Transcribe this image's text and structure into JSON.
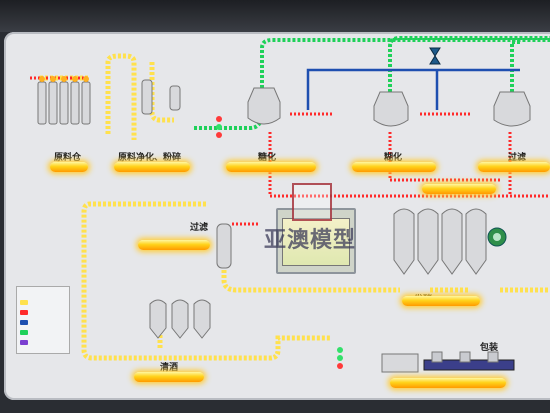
{
  "labels": {
    "raw_silo": "原料仓",
    "purify_crush": "原料净化、粉碎",
    "saccharify": "糖化",
    "gelatinize": "糊化",
    "filter_top": "过滤",
    "filter_mid": "过滤",
    "ferment": "发酵",
    "clear_liquor": "清酒",
    "packaging": "包装"
  },
  "watermark": "亚澳模型",
  "colors": {
    "glow": "#ffd21a",
    "pipe_yellow": "#ffe14d",
    "pipe_green": "#1fd15a",
    "pipe_red": "#ff2a2a",
    "pipe_blue": "#1e4fb0"
  },
  "legend": {
    "rows": [
      {
        "color": "#ffe14d"
      },
      {
        "color": "#ff2a2a"
      },
      {
        "color": "#1e4fb0"
      },
      {
        "color": "#1fd15a"
      },
      {
        "color": "#7a3fd0"
      }
    ]
  },
  "icons": [
    "silo-icon",
    "tank-icon",
    "pump-icon",
    "valve-icon",
    "control-screen-icon",
    "logo-icon",
    "signal-light-icon"
  ]
}
